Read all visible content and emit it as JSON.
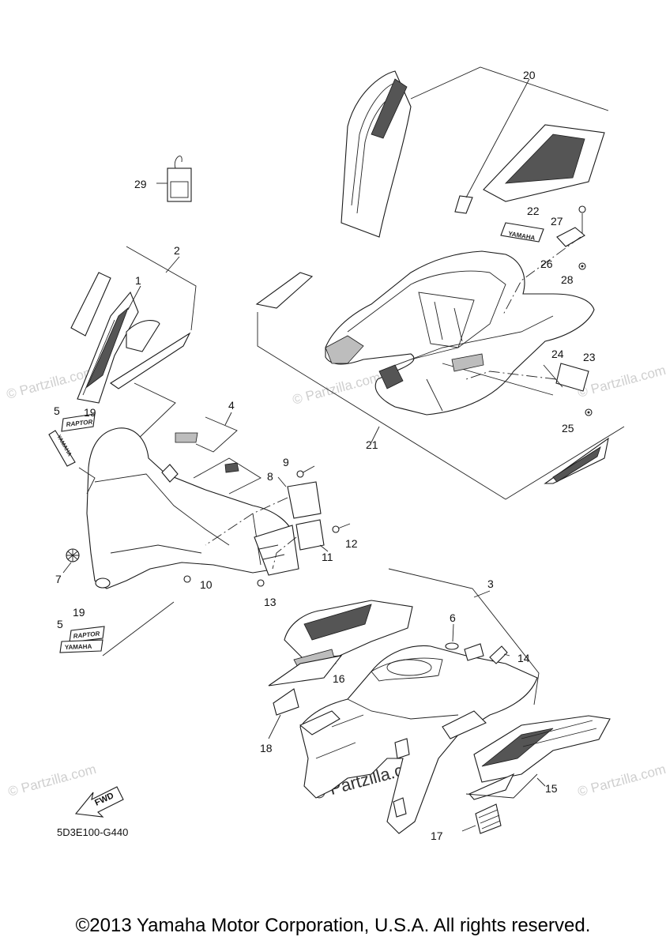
{
  "diagram": {
    "code": "5D3E100-G440",
    "copyright": "©2013 Yamaha Motor Corporation, U.S.A. All rights reserved.",
    "watermark": "© Partzilla.com",
    "fwd_label": "FWD",
    "brand_label": "YAMAHA",
    "model_label": "RAPTOR",
    "callouts": {
      "c1": "1",
      "c2": "2",
      "c3": "3",
      "c4": "4",
      "c5a": "5",
      "c5b": "5",
      "c6": "6",
      "c7": "7",
      "c8": "8",
      "c9": "9",
      "c10": "10",
      "c11": "11",
      "c12": "12",
      "c13": "13",
      "c14": "14",
      "c15": "15",
      "c16": "16",
      "c17": "17",
      "c18": "18",
      "c19a": "19",
      "c19b": "19",
      "c20": "20",
      "c21": "21",
      "c22": "22",
      "c23": "23",
      "c24": "24",
      "c25": "25",
      "c26": "26",
      "c27": "27",
      "c28": "28",
      "c29": "29"
    }
  }
}
